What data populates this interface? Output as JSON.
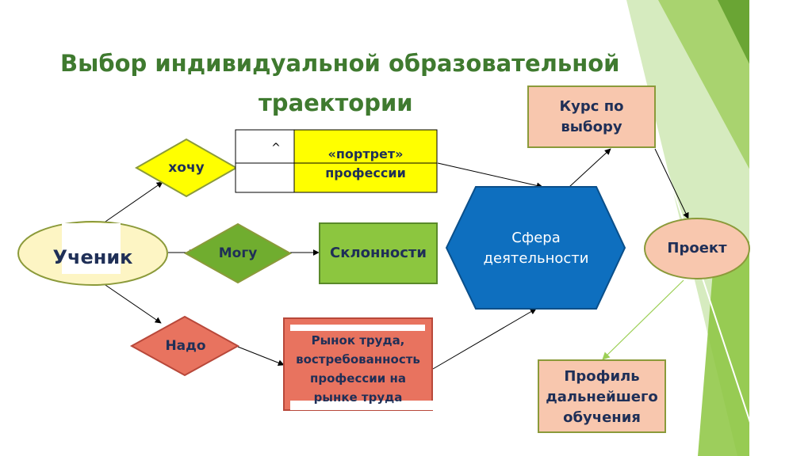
{
  "slide": {
    "title_line1": "Выбор индивидуальной образовательной",
    "title_line2": "траектории"
  },
  "colors": {
    "title": "#3f7a2f",
    "green_decor": "#8cc63f",
    "dark_green_decor": "#5a9e2f",
    "yellow": "#ffff00",
    "light_yellow": "#fdf5c4",
    "green_shape": "#70ad2f",
    "light_green_box": "#8cc63f",
    "red_shape": "#e8735f",
    "peach": "#f8c7ae",
    "blue_hex": "#0e6fbf",
    "olive_border": "#8b9a3a",
    "navy_text": "#1f2f57"
  },
  "nodes": {
    "student": "Ученик",
    "want": "хочу",
    "can": "Могу",
    "must": "Надо",
    "profession_portrait_line1": "«портрет»",
    "profession_portrait_line2": "профессии",
    "caret": "^",
    "inclinations": "Склонности",
    "labor_market_line1": "Рынок труда,",
    "labor_market_line2": "востребованность",
    "labor_market_line3": "профессии на",
    "labor_market_line4": "рынке труда",
    "field_line1": "Сфера",
    "field_line2": "деятельности",
    "elective_course_line1": "Курс по",
    "elective_course_line2": "выбору",
    "project": "Проект",
    "profile_line1": "Профиль",
    "profile_line2": "дальнейшего",
    "profile_line3": "обучения"
  }
}
